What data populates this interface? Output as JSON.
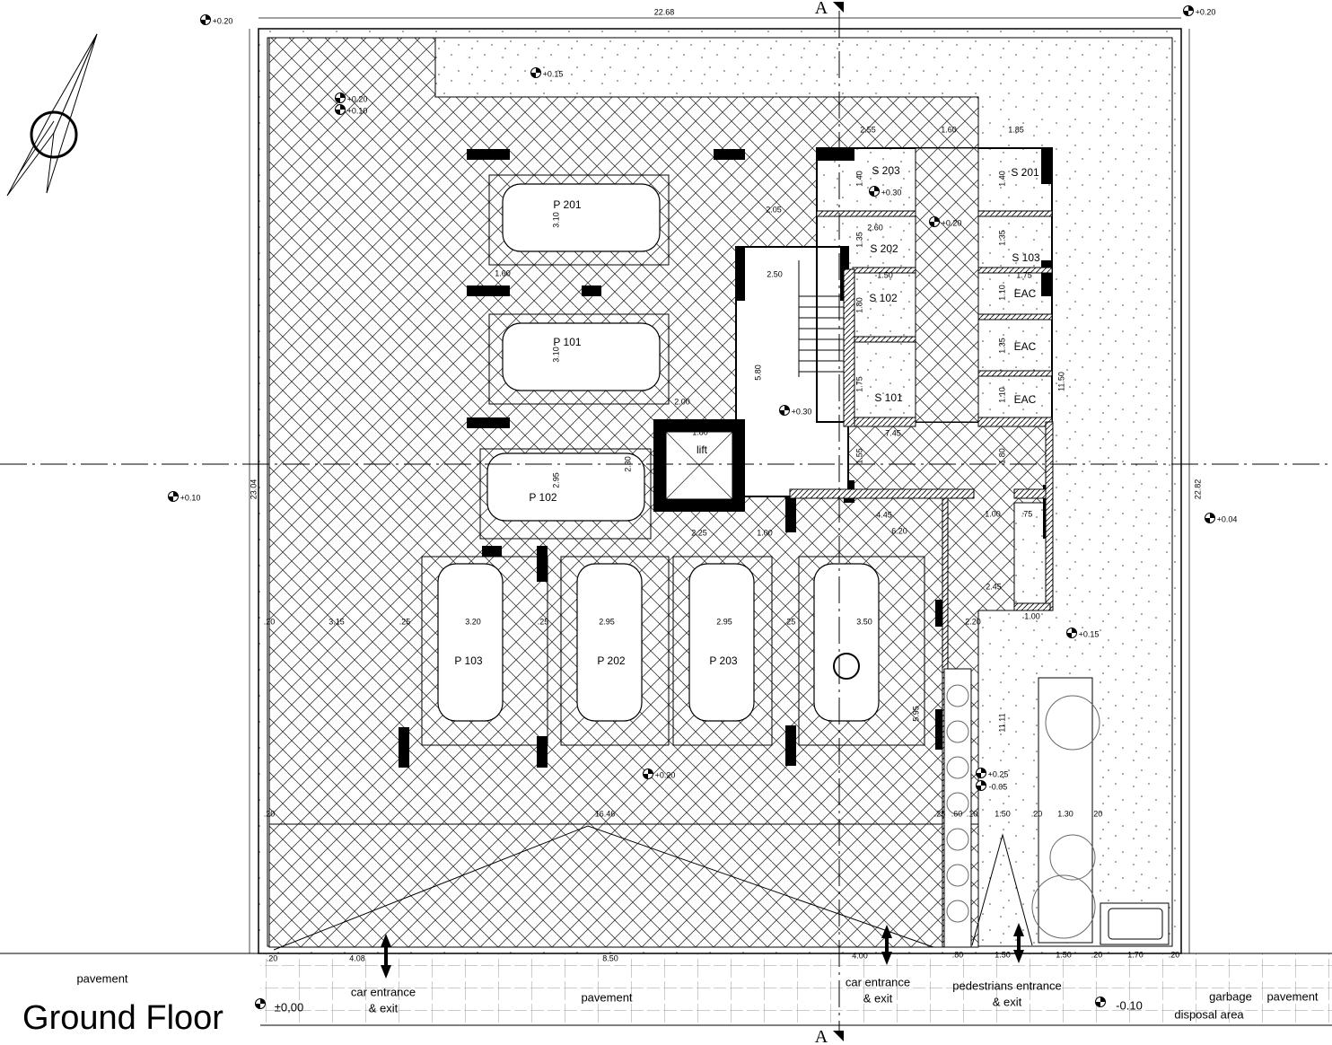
{
  "drawing": {
    "title": "Ground Floor",
    "section_mark": "A",
    "overall_width": "22.68",
    "height_left": "23.04",
    "height_right": "22.82"
  },
  "rooms": [
    "S 203",
    "S 201",
    "S 202",
    "S 103",
    "S 102",
    "EAC",
    "EAC",
    "EAC",
    "S 101",
    "lift"
  ],
  "parking": [
    "P 201",
    "P 101",
    "P 102",
    "P 103",
    "P 202",
    "P 203"
  ],
  "elevations": [
    "+0.20",
    "+0.20",
    "+0.15",
    "+0.20",
    "+0.10",
    "+0.30",
    "+0.20",
    "+0.30",
    "+0.10",
    "+0.04",
    "+0.15",
    "+0.25",
    "-0.05",
    "+0.20",
    "±0,00",
    "-0.10"
  ],
  "dimensions": [
    "2.55",
    "1.60",
    "1.85",
    "2.60",
    "1.50",
    "1.75",
    "2.50",
    "7.45",
    "1.80",
    "2.05",
    "2.00",
    "1.60",
    "3.10",
    "3.10",
    "2.95",
    "2.30",
    "5.80",
    "1.55",
    "1.80",
    "11.50",
    ".20",
    "3.15",
    ".25",
    "3.20",
    ".25",
    "2.95",
    "2.95",
    ".25",
    "3.50",
    "2.20",
    "2.25",
    "1.00",
    "4.45",
    "6.20",
    "1.00",
    ".75",
    "2.45",
    "1.00",
    "11.11",
    "5.95",
    ".20",
    "16.46",
    ".25",
    ".60",
    ".10",
    "1.50",
    ".20",
    "1.30",
    ".20",
    ".20",
    "4.08",
    "8.50",
    "4.00",
    ".80",
    "1.50",
    "1.50",
    ".20",
    "1.70",
    ".20",
    "1.40",
    "1.35",
    "1.80",
    "1.75",
    "1.40",
    "1.35",
    "1.10",
    "1.35",
    "1.10"
  ],
  "labels": {
    "pavement_left": "pavement",
    "pavement_center": "pavement",
    "pavement_right": "pavement",
    "car_entrance_1": [
      "car entrance",
      "& exit"
    ],
    "car_entrance_2": [
      "car entrance",
      "& exit"
    ],
    "pedestrian_entrance": [
      "pedestrians entrance",
      "& exit"
    ],
    "garbage": [
      "garbage",
      "disposal area"
    ]
  }
}
